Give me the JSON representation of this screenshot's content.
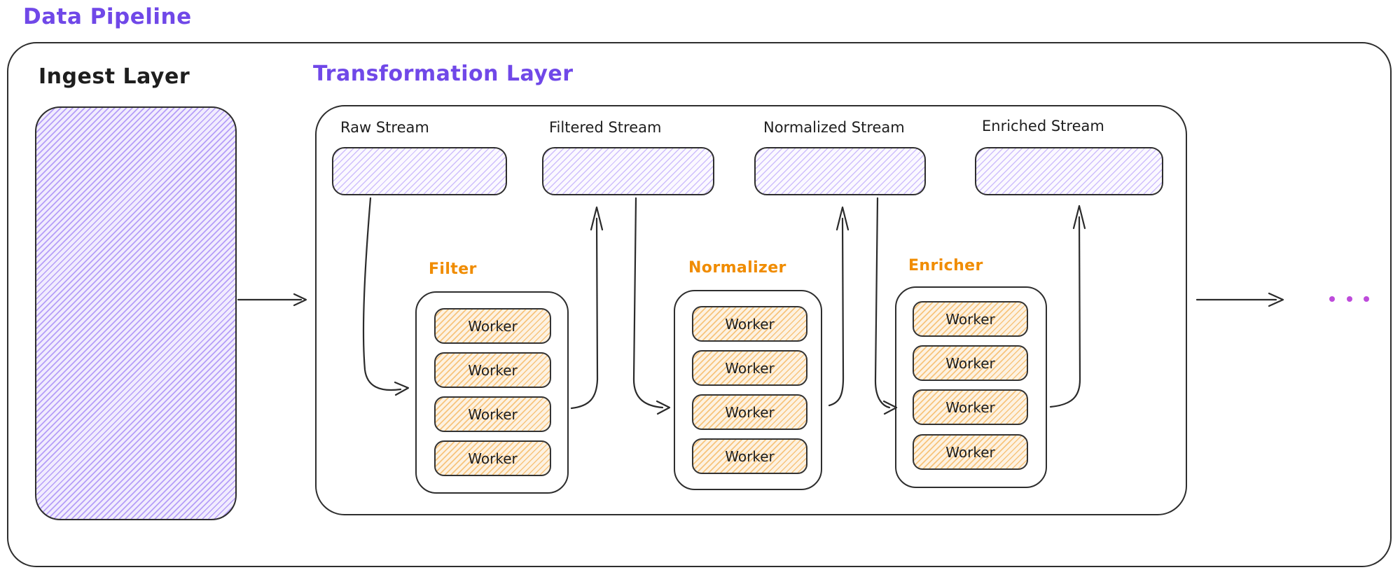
{
  "title": "Data Pipeline",
  "colors": {
    "title_and_layer_accent": "#7048e8",
    "stage_label_accent": "#f08c00",
    "ink": "#1e1e1e",
    "ellipsis_dots": "#be4bdb",
    "purple_hatch": "#845ef7",
    "orange_hatch": "#f08c00"
  },
  "ingest_layer": {
    "label": "Ingest Layer"
  },
  "transformation_layer": {
    "label": "Transformation Layer",
    "streams": [
      {
        "label": "Raw Stream"
      },
      {
        "label": "Filtered Stream"
      },
      {
        "label": "Normalized Stream"
      },
      {
        "label": "Enriched Stream"
      }
    ],
    "stages": [
      {
        "label": "Filter",
        "workers": [
          "Worker",
          "Worker",
          "Worker",
          "Worker"
        ]
      },
      {
        "label": "Normalizer",
        "workers": [
          "Worker",
          "Worker",
          "Worker",
          "Worker"
        ]
      },
      {
        "label": "Enricher",
        "workers": [
          "Worker",
          "Worker",
          "Worker",
          "Worker"
        ]
      }
    ]
  },
  "flow": {
    "arrows": [
      "ingest-to-transformation",
      "raw-stream-to-filter",
      "filter-to-filtered-stream",
      "filtered-stream-to-normalizer",
      "normalizer-to-normalized-stream",
      "normalized-stream-to-enricher",
      "enricher-to-enriched-stream",
      "transformation-to-downstream"
    ],
    "ellipsis_dot_count": 3
  }
}
